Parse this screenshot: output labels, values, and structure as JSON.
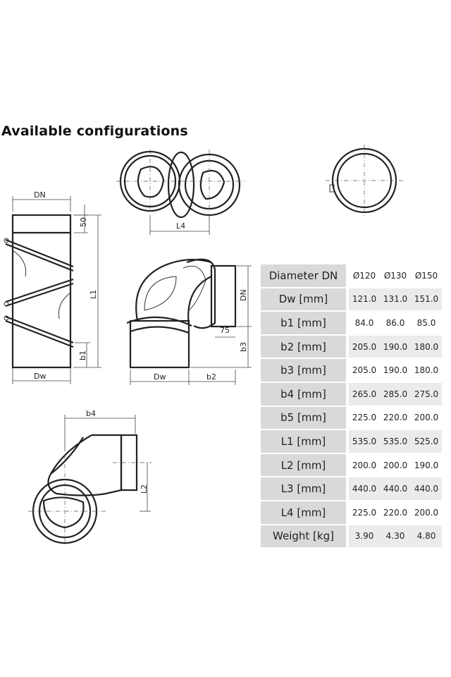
{
  "heading": "Available configurations",
  "dimension_labels": {
    "DN": "DN",
    "Dw": "Dw",
    "L1": "L1",
    "L2": "L2",
    "L4": "L4",
    "b1": "b1",
    "b2": "b2",
    "b3": "b3",
    "b4": "b4",
    "fifty": "50",
    "seventy_five": "75"
  },
  "table": {
    "header_label": "Diameter DN",
    "columns": [
      "Ø120",
      "Ø130",
      "Ø150"
    ],
    "rows": [
      {
        "label": "Dw [mm]",
        "values": [
          "121.0",
          "131.0",
          "151.0"
        ]
      },
      {
        "label": "b1 [mm]",
        "values": [
          "84.0",
          "86.0",
          "85.0"
        ]
      },
      {
        "label": "b2 [mm]",
        "values": [
          "205.0",
          "190.0",
          "180.0"
        ]
      },
      {
        "label": "b3 [mm]",
        "values": [
          "205.0",
          "190.0",
          "180.0"
        ]
      },
      {
        "label": "b4 [mm]",
        "values": [
          "265.0",
          "285.0",
          "275.0"
        ]
      },
      {
        "label": "b5 [mm]",
        "values": [
          "225.0",
          "220.0",
          "200.0"
        ]
      },
      {
        "label": "L1 [mm]",
        "values": [
          "535.0",
          "535.0",
          "525.0"
        ]
      },
      {
        "label": "L2 [mm]",
        "values": [
          "200.0",
          "200.0",
          "190.0"
        ]
      },
      {
        "label": "L3 [mm]",
        "values": [
          "440.0",
          "440.0",
          "440.0"
        ]
      },
      {
        "label": "L4 [mm]",
        "values": [
          "225.0",
          "220.0",
          "200.0"
        ]
      },
      {
        "label": "Weight [kg]",
        "values": [
          "3.90",
          "4.30",
          "4.80"
        ]
      }
    ]
  }
}
